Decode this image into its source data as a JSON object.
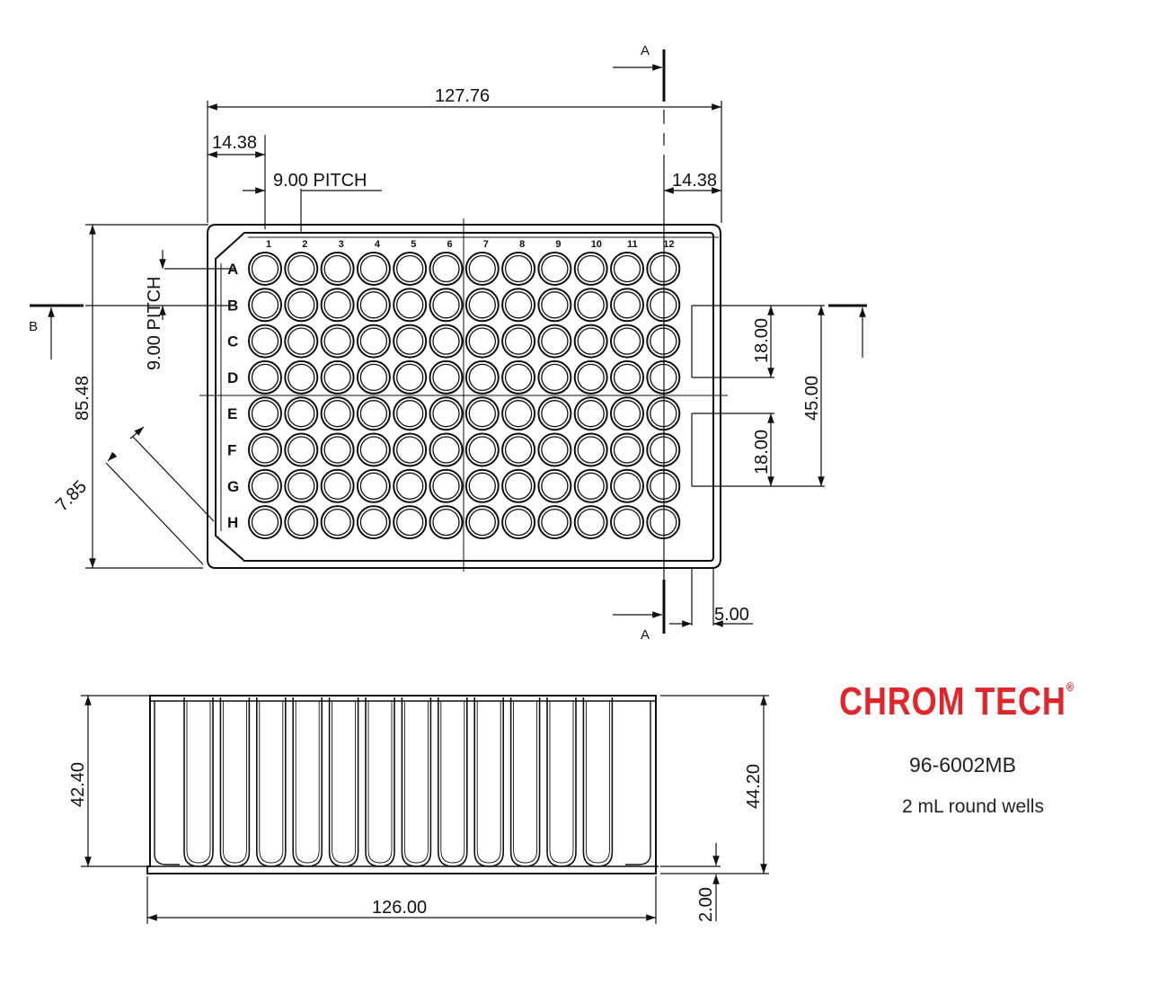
{
  "top_view": {
    "overall_width": "127.76",
    "left_offset": "14.38",
    "right_offset": "14.38",
    "column_pitch": "9.00 PITCH",
    "row_pitch": "9.00 PITCH",
    "overall_height": "85.48",
    "corner_chamfer": "7.85",
    "right_span_total": "45.00",
    "right_span_upper": "18.00",
    "right_span_lower": "18.00",
    "edge_dimension": "5.00",
    "section_a": "A",
    "section_b": "B",
    "row_labels": [
      "A",
      "B",
      "C",
      "D",
      "E",
      "F",
      "G",
      "H"
    ],
    "column_labels": [
      "1",
      "2",
      "3",
      "4",
      "5",
      "6",
      "7",
      "8",
      "9",
      "10",
      "11",
      "12"
    ]
  },
  "side_view": {
    "inner_height": "42.40",
    "overall_height": "44.20",
    "base_thickness": "2.00",
    "base_width": "126.00",
    "well_count": 12
  },
  "brand": {
    "name": "CHROM TECH",
    "registered_mark": "®",
    "part_number": "96-6002MB",
    "description": "2 mL round wells",
    "accent_color": "#e0262b"
  },
  "icons": {
    "logo": "chromatogram-peaks-logo-icon"
  }
}
